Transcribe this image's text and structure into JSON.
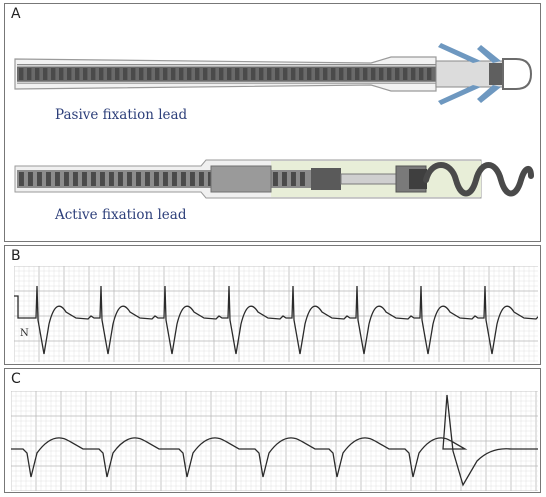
{
  "panels": {
    "a": {
      "letter": "A",
      "passive_caption": "Pasive fixation  lead",
      "active_caption": "Active fixation  lead"
    },
    "b": {
      "letter": "B",
      "marker": "N"
    },
    "c": {
      "letter": "C"
    }
  },
  "colors": {
    "caption": "#2d3f7a",
    "tines": "#6e98c0",
    "coil": "#4a4a4a",
    "grid_major": "#b9b9b9",
    "grid_minor": "#e2e2e2",
    "trace": "#2b2b2b",
    "insulation": "#e8eed8"
  }
}
